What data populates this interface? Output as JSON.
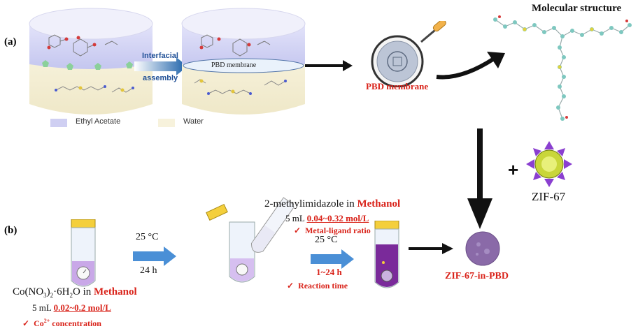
{
  "panel_a": {
    "label": "(a)",
    "interfacial_label_line1": "Interfacial",
    "interfacial_label_line2": "assembly",
    "membrane_label": "PBD membrane",
    "legend": [
      {
        "text": "Ethyl Acetate",
        "color": "#cfcff2"
      },
      {
        "text": "Water",
        "color": "#f7f2dc"
      }
    ],
    "pbd_membrane_label": "PBD membrane",
    "molecular_structure_label": "Molecular structure"
  },
  "zif": {
    "plus": "+",
    "label": "ZIF-67"
  },
  "panel_b": {
    "label": "(b)",
    "step1_temp": "25 °C",
    "step1_time": "24 h",
    "cobalt_label": "Co(NO",
    "cobalt_sub1": "3",
    "cobalt_mid": ")",
    "cobalt_sub2": "2",
    "cobalt_rest": "·6H",
    "cobalt_sub3": "2",
    "cobalt_end": "O in ",
    "cobalt_solvent": "Methanol",
    "cobalt_volume": "5 mL ",
    "cobalt_conc": "0.02~0.2 mol/L",
    "cobalt_check_label": "Co",
    "cobalt_check_sup": "2+",
    "cobalt_check_rest": " concentration",
    "mim_label": "2-methylimidazole in ",
    "mim_solvent": "Methanol",
    "mim_volume": "5 mL ",
    "mim_conc": "0.04~0.32 mol/L",
    "mim_check": "Metal-ligand ratio",
    "step2_temp": "25 °C",
    "step2_time": "1~24 h",
    "step2_check": "Reaction time",
    "product_label": "ZIF-67-in-PBD"
  },
  "colors": {
    "ethyl_acetate": "#cfcff2",
    "water": "#f7f2dc",
    "red_text": "#d9231a",
    "blue_arrow": "#4a8fd6",
    "purple_solution": "#9b6fd0",
    "dark_purple": "#7a2a9a"
  }
}
